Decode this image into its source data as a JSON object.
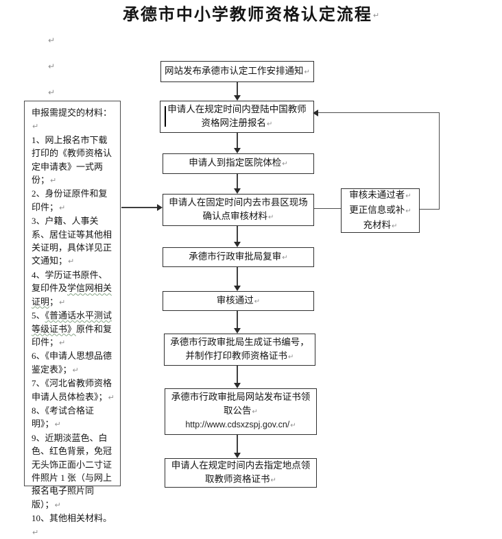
{
  "title": {
    "text": "承德市中小学教师资格认定流程"
  },
  "marks": {
    "ret": "↵"
  },
  "materials": {
    "header": "申报需提交的材料：",
    "items": [
      {
        "parts": [
          {
            "t": "1、网上报名市下载打印的《教师资格认定申请表》一式两份；"
          }
        ]
      },
      {
        "parts": [
          {
            "t": "2、身份证原件和复印件；"
          }
        ]
      },
      {
        "parts": [
          {
            "t": "3、户籍、人事关系、居住证等其他相关证明，具体详见正文通知；"
          }
        ]
      },
      {
        "parts": [
          {
            "t": "4、学历证书原件、复印件及"
          },
          {
            "t": "学信网相关证明",
            "wavy": true
          },
          {
            "t": "；"
          }
        ]
      },
      {
        "parts": [
          {
            "t": "5、"
          },
          {
            "t": "《普通话水平测试等级证书》",
            "wavy": true
          },
          {
            "t": "原件和复印件；"
          }
        ]
      },
      {
        "parts": [
          {
            "t": "6、《申请人思想品德鉴定表》；"
          }
        ]
      },
      {
        "parts": [
          {
            "t": "7、《河北省教师资格申请人员体检表》；"
          }
        ]
      },
      {
        "parts": [
          {
            "t": "8、《考试合格证明》；"
          }
        ]
      },
      {
        "parts": [
          {
            "t": "9、近期淡蓝色、白色、红色背景，免冠无头饰正面小二寸证件照片 1 张（与网上报名电子照片同版）；"
          }
        ]
      },
      {
        "parts": [
          {
            "t": "10、其他相关材料。"
          }
        ]
      }
    ]
  },
  "flow": {
    "steps": [
      {
        "text": "网站发布承德市认定工作安排通知"
      },
      {
        "text": "申请人在规定时间内登陆中国教师资格网注册报名"
      },
      {
        "text": "申请人到指定医院体检"
      },
      {
        "text": "申请人在固定时间内去市县区现场确认点审核材料"
      },
      {
        "text": "承德市行政审批局复审"
      },
      {
        "text": "审核通过"
      },
      {
        "text": "承德市行政审批局生成证书编号，并制作打印教师资格证书"
      },
      {
        "text": "承德市行政审批局网站发布证书领取公告",
        "url": "http://www.cdsxzspj.gov.cn/"
      },
      {
        "text": "申请人在规定时间内去指定地点领取教师资格证书"
      }
    ],
    "side_box": {
      "lines": [
        "审核未通过者",
        "更正信息或补",
        "充材料"
      ]
    }
  }
}
